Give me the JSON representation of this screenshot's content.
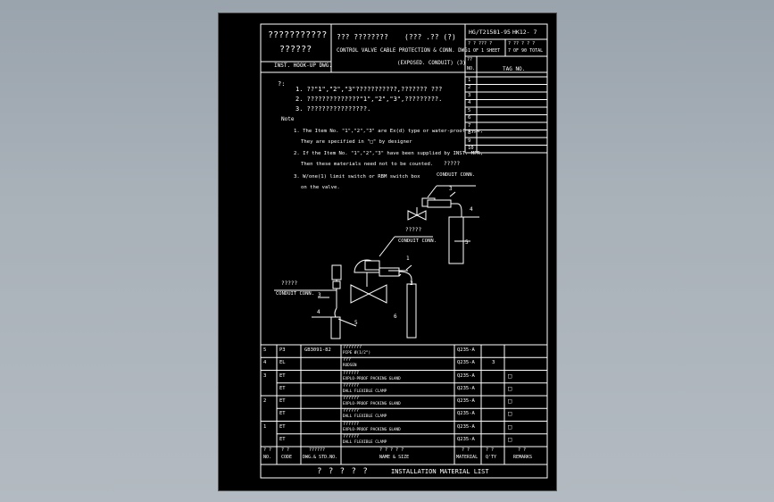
{
  "title_block": {
    "company": "???????????",
    "company_sub": "??????",
    "dept": "INST. HOOK-UP DWG.",
    "cn_title_left": "??? ????????",
    "cn_title_right": "(??? .?? (?)",
    "title_line1": "CONTROL VALVE CABLE PROTECTION & CONN. DWG.",
    "title_line2": "(EXPOSED. CONDUIT) (3)",
    "dwg_no": "HG/T21581-95",
    "sheet_code": "HK12- 7",
    "sheet_a": "1 OF 1 SHEET",
    "sheet_b": "7 OF 90 TOTAL",
    "sheet_cn_a": "? ? ??? ?",
    "sheet_cn_b": "? ?? ? ? ?"
  },
  "revision_table": {
    "hdr_no": "NO.",
    "hdr_tag": "TAG NO.",
    "hdr_cn": "??",
    "rows": [
      "1",
      "2",
      "3",
      "4",
      "5",
      "6",
      "7",
      "8",
      "9",
      "10"
    ]
  },
  "notes": {
    "cn_head": "?:",
    "cn_lines": [
      "1. ??\"1\",\"2\",\"3\"???????????,???????  ???",
      "2. ??????????????\"1\",\"2\",\"3\",?????????.",
      "3. ????????????????."
    ],
    "head": "Note",
    "lines": [
      "1. The Item No. \"1\",\"2\",\"3\" are Ex(d) type or water-proof type,",
      "They are specified in \"□\" by designer",
      "2. If the Item No. \"1\",\"2\",\"3\" have been supplied by INST. MFR,",
      "Then these materials need not to be counted.",
      "3. W/one(1) limit switch or RBM switch box",
      "on the valve."
    ]
  },
  "drawing_labels": {
    "upper_cn": "?????",
    "upper_conn": "CONDUIT CONN.",
    "mid_cn": "?????",
    "mid_conn": "CONDUIT CONN.",
    "left_cn": "?????",
    "left_conn": "CONDUIT CONN.",
    "n1": "1",
    "n2": "2",
    "n3": "3",
    "n3b": "3",
    "n4": "4",
    "n4b": "4",
    "n5": "5",
    "n5b": "5",
    "n6": "6"
  },
  "material_list": {
    "header": {
      "no": "NO.",
      "code": "CODE",
      "std": "DWG.& STD.NO.",
      "name": "NAME & SIZE",
      "material": "MATERIAL",
      "qty": "Q'TY",
      "remarks": "REMARKS",
      "no_cn": "? ?",
      "code_cn": "? ?",
      "std_cn": "??????",
      "name_cn": "? ? ? ? ?",
      "material_cn": "? ?",
      "qty_cn": "? ?",
      "remarks_cn": "? ?"
    },
    "title_cn": "? ? ? ? ?",
    "title": "INSTALLATION MATERIAL LIST",
    "rows": [
      {
        "no": "5",
        "code": "P3",
        "std": "GB3091-82",
        "cn": "???????",
        "name": "PIPE Ø(1/2”)",
        "material": "Q235-A",
        "qty": "",
        "remark": ""
      },
      {
        "no": "4",
        "code": "EL",
        "std": "",
        "cn": "???",
        "name": "RODSEN",
        "material": "Q235-A",
        "qty": "3",
        "remark": ""
      },
      {
        "no": "3",
        "code": "ET",
        "std": "",
        "cn": "??????",
        "name": "EXPLO-PROOF PACKING GLAND",
        "material": "Q235-A",
        "qty": "",
        "remark": "□"
      },
      {
        "no": "",
        "code": "ET",
        "std": "",
        "cn": "??????",
        "name": "DALL FLEXIBLE CLAMP",
        "material": "Q235-A",
        "qty": "",
        "remark": "□"
      },
      {
        "no": "2",
        "code": "ET",
        "std": "",
        "cn": "??????",
        "name": "EXPLO-PROOF PACKING GLAND",
        "material": "Q235-A",
        "qty": "",
        "remark": "□"
      },
      {
        "no": "",
        "code": "ET",
        "std": "",
        "cn": "??????",
        "name": "DALL FLEXIBLE CLAMP",
        "material": "Q235-A",
        "qty": "",
        "remark": "□"
      },
      {
        "no": "1",
        "code": "ET",
        "std": "",
        "cn": "??????",
        "name": "EXPLO-PROOF PACKING GLAND",
        "material": "Q235-A",
        "qty": "",
        "remark": "□"
      },
      {
        "no": "",
        "code": "ET",
        "std": "",
        "cn": "??????",
        "name": "DALL FLEXIBLE CLAMP",
        "material": "Q235-A",
        "qty": "",
        "remark": "□"
      }
    ]
  }
}
